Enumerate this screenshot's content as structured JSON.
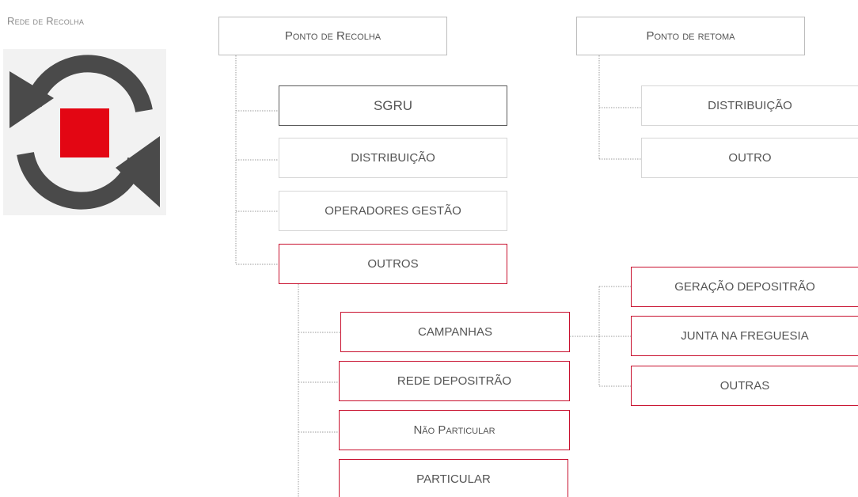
{
  "title": "Rede de Recolha",
  "colors": {
    "accent_red": "#e30613",
    "arrow_gray": "#4a4a4a",
    "border_red": "#c8102e"
  },
  "logo": {
    "icon": "recycle-arrows-icon"
  },
  "ponto_recolha": {
    "label": "Ponto de Recolha",
    "children": [
      "SGRU",
      "DISTRIBUIÇÃO",
      "OPERADORES GESTÃO",
      "OUTROS"
    ]
  },
  "outros": {
    "children": [
      "CAMPANHAS",
      "REDE DEPOSITRÃO",
      "Não Particular",
      "PARTICULAR"
    ]
  },
  "campanhas": {
    "children": [
      "GERAÇÃO DEPOSITRÃO",
      "JUNTA NA FREGUESIA",
      "OUTRAS"
    ]
  },
  "ponto_retoma": {
    "label": "Ponto de retoma",
    "children": [
      "DISTRIBUIÇÃO",
      "OUTRO"
    ]
  }
}
